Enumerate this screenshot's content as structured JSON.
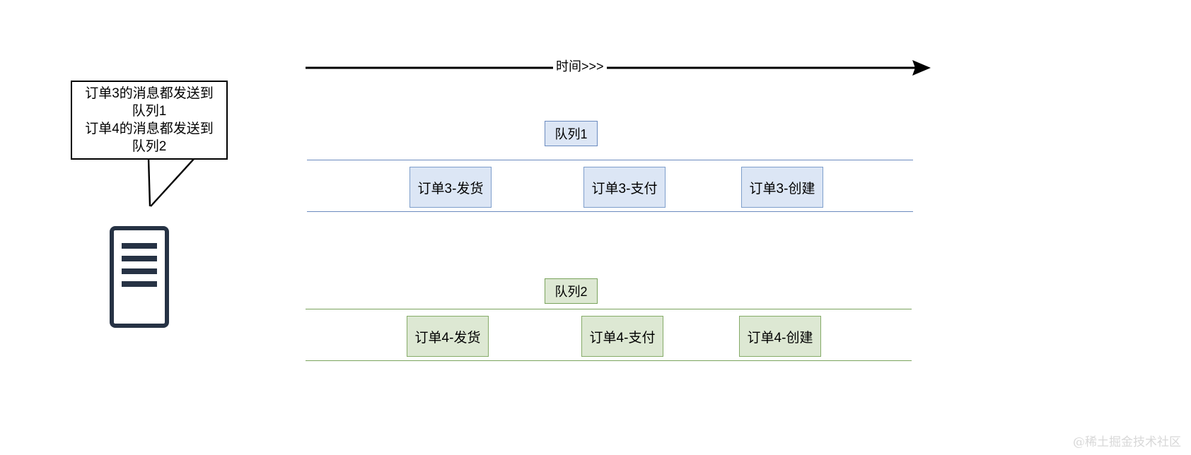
{
  "diagram": {
    "title": "message-queue-ordering-diagram",
    "callout": {
      "name": "routing-note",
      "lines": [
        "订单3的消息都发送到",
        "队列1",
        "订单4的消息都发送到",
        "队列2"
      ]
    },
    "server": {
      "icon": "server-icon",
      "bar_count": 4,
      "color": "#263244"
    },
    "timeline": {
      "label": "时间>>>",
      "direction": "left-to-right",
      "arrowhead": "right"
    },
    "lanes": [
      {
        "id": "queue-1",
        "chip_label": "队列1",
        "accent": "#6b8bbf",
        "fill": "#dce6f5",
        "messages": [
          {
            "label": "订单3-发货",
            "order": 1
          },
          {
            "label": "订单3-支付",
            "order": 2
          },
          {
            "label": "订单3-创建",
            "order": 3
          }
        ]
      },
      {
        "id": "queue-2",
        "chip_label": "队列2",
        "accent": "#7aa35c",
        "fill": "#dde8d3",
        "messages": [
          {
            "label": "订单4-发货",
            "order": 1
          },
          {
            "label": "订单4-支付",
            "order": 2
          },
          {
            "label": "订单4-创建",
            "order": 3
          }
        ]
      }
    ],
    "watermark": "@稀土掘金技术社区"
  }
}
